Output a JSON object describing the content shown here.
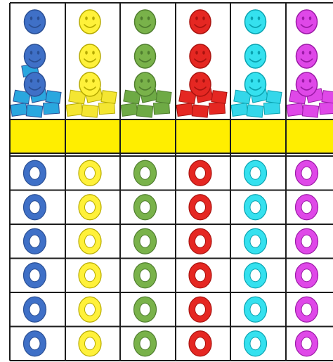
{
  "game": {
    "title": "",
    "columns": [
      {
        "color": "blue",
        "fill": "#3f70c7",
        "dark": "#2a4f94",
        "shelf": "#2aa7df",
        "faces": 3,
        "ring_rows": 6,
        "ring_fill": "#3f70c7"
      },
      {
        "color": "yellow",
        "fill": "#fff13a",
        "dark": "#b6aa00",
        "shelf": "#f4e632",
        "faces": 3,
        "ring_rows": 6,
        "ring_fill": "#fff13a"
      },
      {
        "color": "green",
        "fill": "#79b24a",
        "dark": "#4f7d2e",
        "shelf": "#6eaa45",
        "faces": 3,
        "ring_rows": 6,
        "ring_fill": "#79b24a"
      },
      {
        "color": "red",
        "fill": "#e52722",
        "dark": "#a9130f",
        "shelf": "#e52722",
        "faces": 3,
        "ring_rows": 6,
        "ring_fill": "#e52722"
      },
      {
        "color": "cyan",
        "fill": "#35e1ef",
        "dark": "#0aa2b0",
        "shelf": "#34d7ea",
        "faces": 3,
        "ring_rows": 6,
        "ring_fill": "#35e1ef"
      },
      {
        "color": "magenta",
        "fill": "#df48e8",
        "dark": "#9b1aa6",
        "shelf": "#df48e8",
        "faces": 3,
        "ring_rows": 6,
        "ring_fill": "#df48e8"
      }
    ],
    "colors": {
      "yellow_band": "#ffee00",
      "grid_line": "#1c1c1c",
      "background": "#ffffff"
    }
  }
}
